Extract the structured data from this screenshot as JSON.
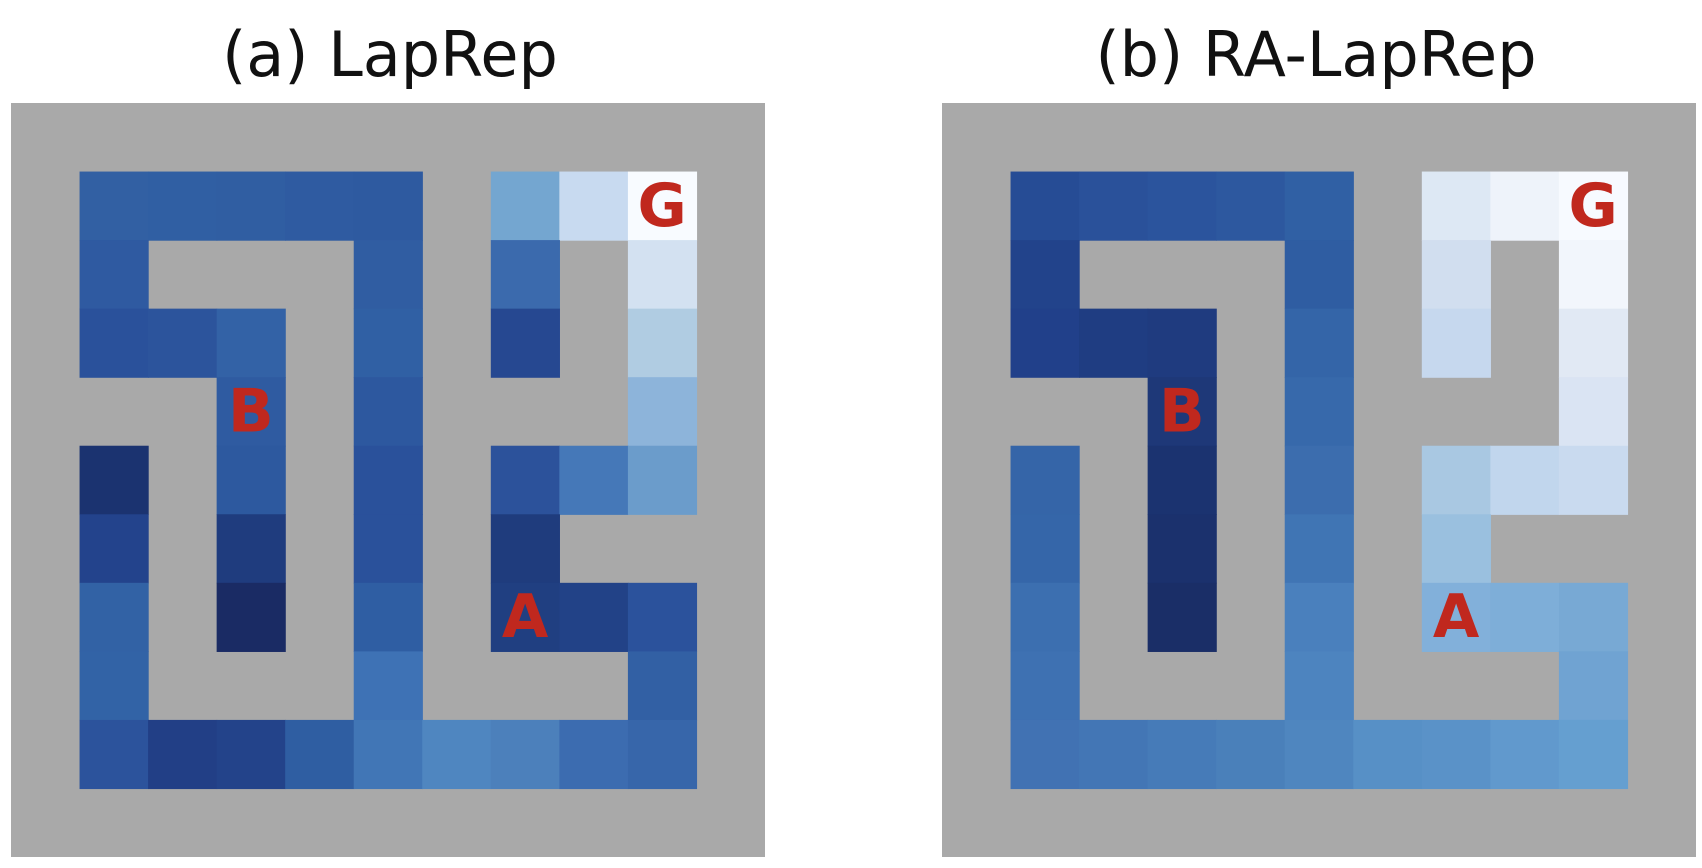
{
  "colors": {
    "wall": "#a9a9a9",
    "marker": "#c0281e"
  },
  "panels": [
    {
      "title": "(a) LapRep",
      "grid": [
        "#######################",
        "#######################",
        "#######################",
        "#######################"
      ],
      "cells": [
        [
          null,
          null,
          null,
          null,
          null,
          null,
          null,
          null,
          null,
          null,
          null
        ],
        [
          null,
          "#3260a3",
          "#305fa3",
          "#305ea2",
          "#2f5ba1",
          "#2e5aa0",
          null,
          "#74a6d0",
          "#c8daf0",
          "#f8fbff",
          null
        ],
        [
          null,
          "#2f5aa1",
          null,
          null,
          null,
          "#305da2",
          null,
          "#3b6aad",
          null,
          "#d3e1f1",
          null
        ],
        [
          null,
          "#2a519b",
          "#2c549c",
          "#3362a6",
          null,
          "#3060a4",
          null,
          "#264891",
          null,
          "#b0cce2",
          null
        ],
        [
          null,
          null,
          null,
          "#2f5ba1",
          null,
          "#2d589f",
          null,
          null,
          null,
          "#8db4da",
          null
        ],
        [
          null,
          "#1b3370",
          null,
          "#2d599f",
          null,
          "#2a519b",
          null,
          "#2c529b",
          "#4578b8",
          "#6b9ccb",
          null
        ],
        [
          null,
          "#23438c",
          null,
          "#1f3c7e",
          null,
          "#2a519b",
          null,
          "#1f3c7d",
          null,
          null,
          null
        ],
        [
          null,
          "#3262a5",
          null,
          "#1a2b64",
          null,
          "#2f5ea3",
          null,
          "#203f81",
          "#224287",
          "#2b529c",
          null
        ],
        [
          null,
          "#3263a6",
          null,
          null,
          null,
          "#3e72b5",
          null,
          null,
          null,
          "#3260a4",
          null
        ],
        [
          null,
          "#2c539c",
          "#223f86",
          "#23438a",
          "#2f5ea2",
          "#4176b6",
          "#4f86c0",
          "#4c80bb",
          "#3c6cb0",
          "#3766aa",
          null
        ],
        [
          null,
          null,
          null,
          null,
          null,
          null,
          null,
          null,
          null,
          null,
          null
        ]
      ],
      "markers": [
        {
          "label": "G",
          "row": 1,
          "col": 9
        },
        {
          "label": "B",
          "row": 4,
          "col": 3
        },
        {
          "label": "A",
          "row": 7,
          "col": 7
        }
      ]
    },
    {
      "title": "(b) RA-LapRep",
      "cells": [
        [
          null,
          null,
          null,
          null,
          null,
          null,
          null,
          null,
          null,
          null,
          null
        ],
        [
          null,
          "#264c95",
          "#2a519a",
          "#2b549d",
          "#2d589f",
          "#3060a4",
          null,
          "#dde8f4",
          "#eef3fa",
          "#f7faff",
          null
        ],
        [
          null,
          "#22438b",
          null,
          null,
          null,
          "#2f5da2",
          null,
          "#d1deef",
          null,
          "#f2f6fc",
          null
        ],
        [
          null,
          "#21408a",
          "#1f3d82",
          "#1f3b7f",
          null,
          "#3465a8",
          null,
          "#c6d8ee",
          null,
          "#e1e9f4",
          null
        ],
        [
          null,
          null,
          null,
          "#1e3878",
          null,
          "#3769ab",
          null,
          null,
          null,
          "#dae4f3",
          null
        ],
        [
          null,
          "#3565a8",
          null,
          "#1b3370",
          null,
          "#3c6dae",
          null,
          "#a9c8e2",
          "#c1d6ed",
          "#c9daef",
          null
        ],
        [
          null,
          "#3566a9",
          null,
          "#1b316d",
          null,
          "#4075b4",
          null,
          "#9ac0df",
          null,
          null,
          null
        ],
        [
          null,
          "#3c6fb0",
          null,
          "#1a2e67",
          null,
          "#4a80bd",
          null,
          "#82b0da",
          "#7eaed8",
          "#78a9d4",
          null
        ],
        [
          null,
          "#3e71b2",
          null,
          null,
          null,
          "#4d84bf",
          null,
          null,
          null,
          "#70a3d2",
          null
        ],
        [
          null,
          "#4172b3",
          "#4376b5",
          "#467bb8",
          "#4a80ba",
          "#4f86bf",
          "#5790c6",
          "#5a92c8",
          "#6199cd",
          "#659fd0",
          null
        ],
        [
          null,
          null,
          null,
          null,
          null,
          null,
          null,
          null,
          null,
          null,
          null
        ]
      ],
      "markers": [
        {
          "label": "G",
          "row": 1,
          "col": 9
        },
        {
          "label": "B",
          "row": 4,
          "col": 3
        },
        {
          "label": "A",
          "row": 7,
          "col": 7
        }
      ]
    }
  ]
}
